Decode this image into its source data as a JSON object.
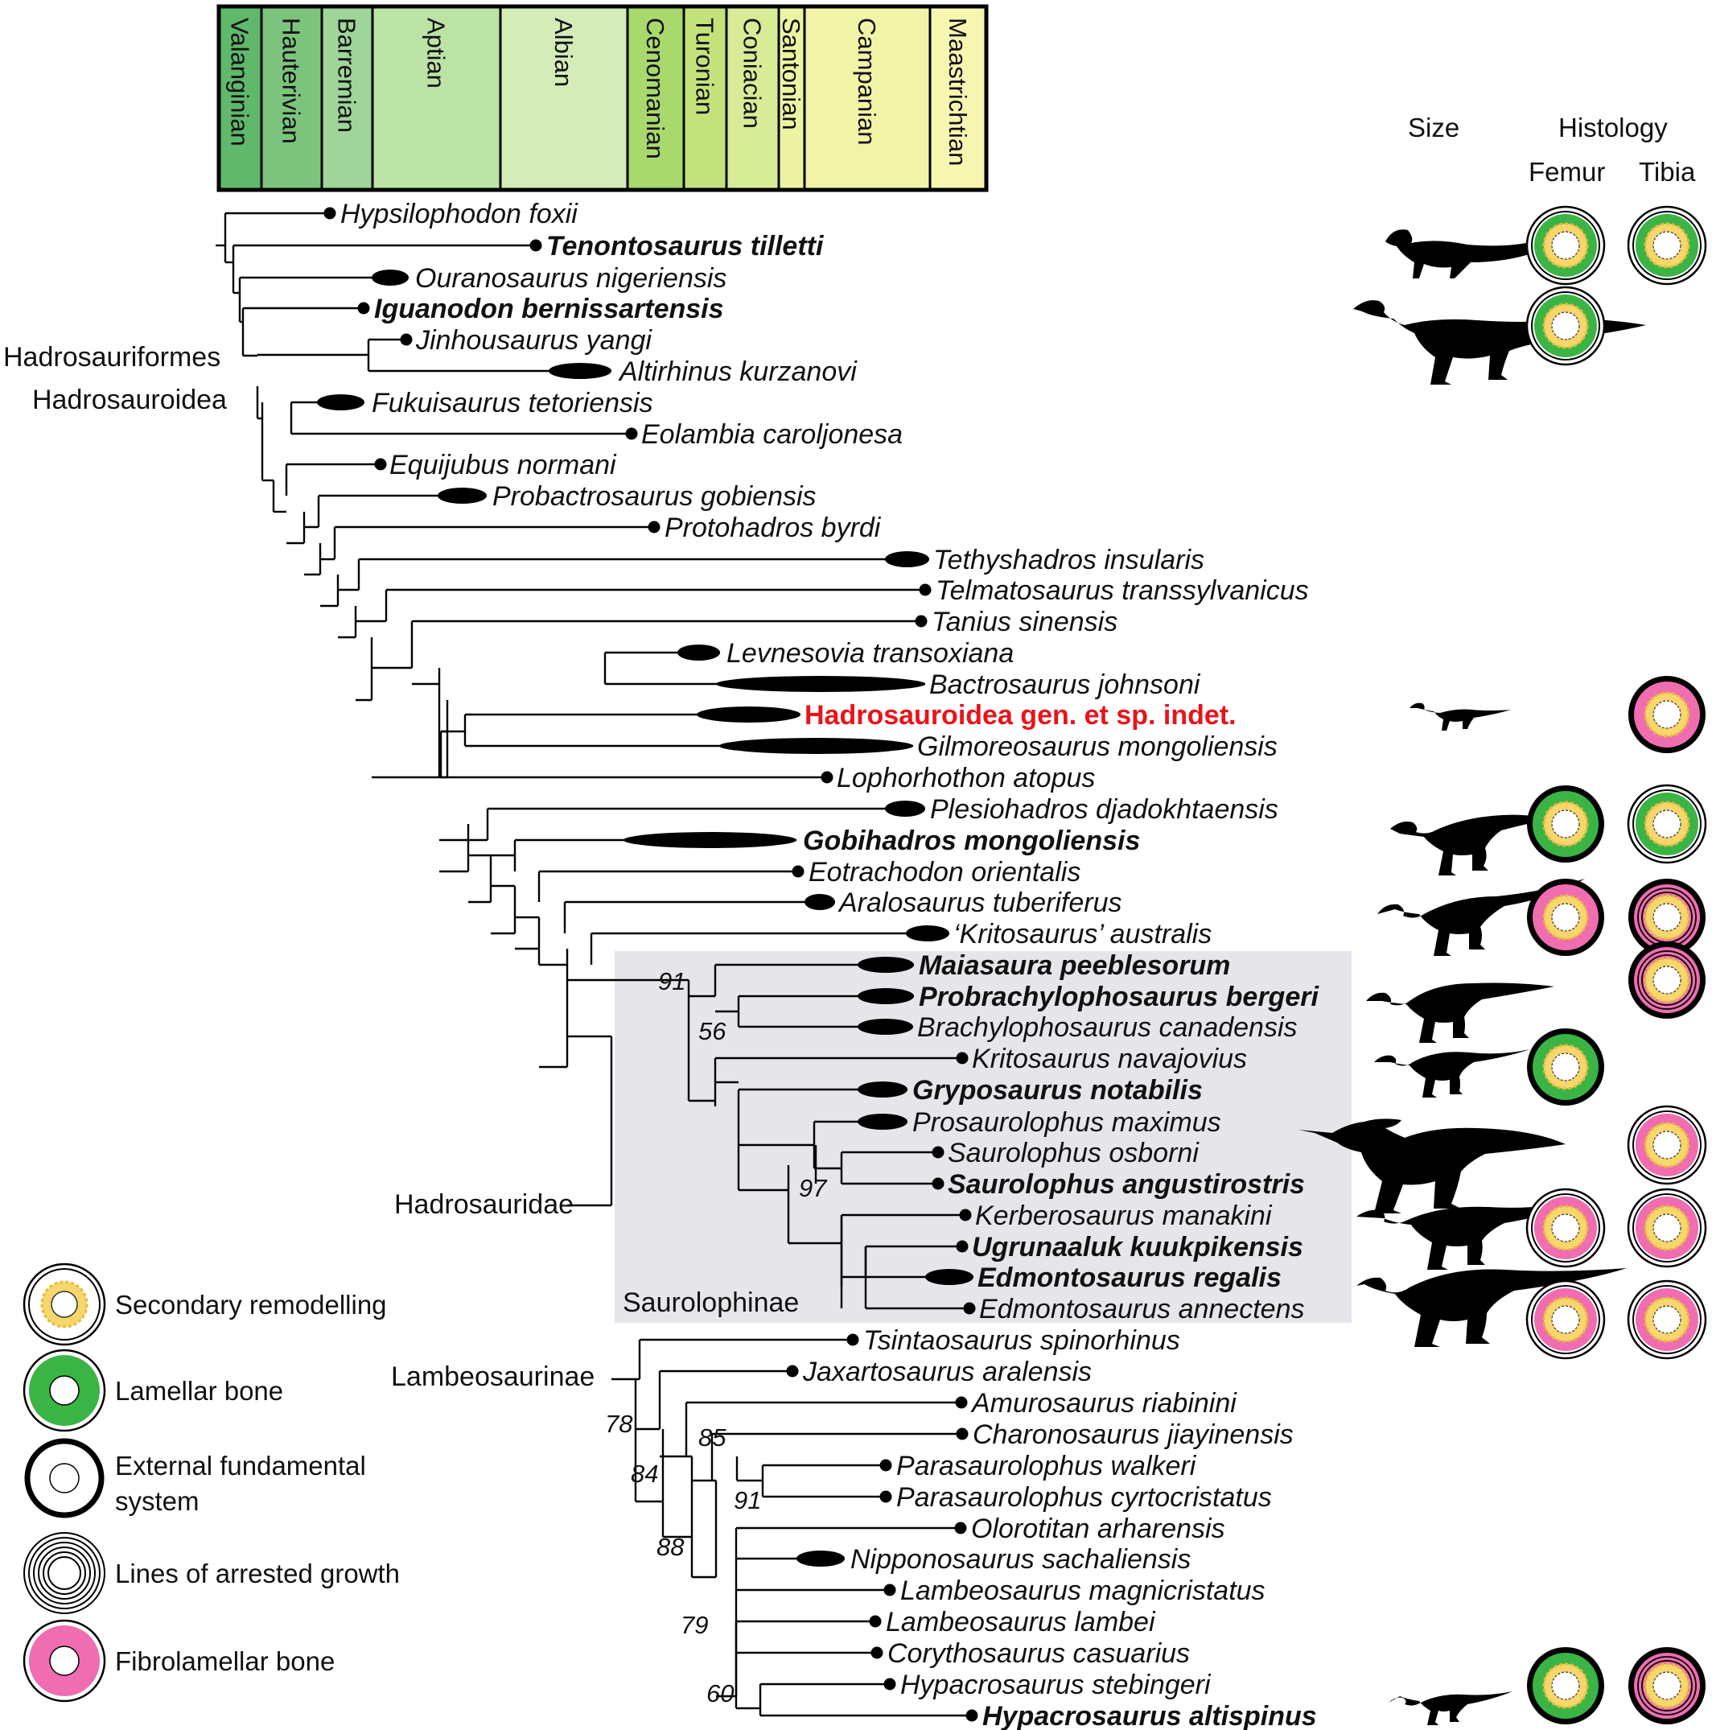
{
  "stages": [
    "Valanginian",
    "Hauterivian",
    "Barremian",
    "Aptian",
    "Albian",
    "Cenomanian",
    "Turonian",
    "Coniacian",
    "Santonian",
    "Campanian",
    "Maastrichtian"
  ],
  "headers": {
    "size": "Size",
    "histology": "Histology",
    "femur": "Femur",
    "tibia": "Tibia"
  },
  "clades": {
    "hadrosauriformes": "Hadrosauriformes",
    "hadrosauroidea": "Hadrosauroidea",
    "hadrosauridae": "Hadrosauridae",
    "saurolophinae": "Saurolophinae",
    "lambeosaurinae": "Lambeosaurinae"
  },
  "taxa": [
    {
      "name": "Hypsilophodon foxii",
      "bold": false,
      "red": false,
      "range": "point"
    },
    {
      "name": "Tenontosaurus tilletti",
      "bold": true,
      "red": false,
      "range": "point"
    },
    {
      "name": "Ouranosaurus nigeriensis",
      "bold": false,
      "red": false,
      "range": "bar"
    },
    {
      "name": "Iguanodon bernissartensis",
      "bold": true,
      "red": false,
      "range": "point"
    },
    {
      "name": "Jinhousaurus yangi",
      "bold": false,
      "red": false,
      "range": "point"
    },
    {
      "name": "Altirhinus kurzanovi",
      "bold": false,
      "red": false,
      "range": "bar"
    },
    {
      "name": "Fukuisaurus tetoriensis",
      "bold": false,
      "red": false,
      "range": "bar"
    },
    {
      "name": "Eolambia caroljonesa",
      "bold": false,
      "red": false,
      "range": "point"
    },
    {
      "name": "Equijubus normani",
      "bold": false,
      "red": false,
      "range": "point"
    },
    {
      "name": "Probactrosaurus gobiensis",
      "bold": false,
      "red": false,
      "range": "bar"
    },
    {
      "name": "Protohadros byrdi",
      "bold": false,
      "red": false,
      "range": "point"
    },
    {
      "name": "Tethyshadros insularis",
      "bold": false,
      "red": false,
      "range": "bar"
    },
    {
      "name": "Telmatosaurus transsylvanicus",
      "bold": false,
      "red": false,
      "range": "point"
    },
    {
      "name": "Tanius sinensis",
      "bold": false,
      "red": false,
      "range": "point"
    },
    {
      "name": "Levnesovia transoxiana",
      "bold": false,
      "red": false,
      "range": "bar"
    },
    {
      "name": "Bactrosaurus johnsoni",
      "bold": false,
      "red": false,
      "range": "bar"
    },
    {
      "name": "Hadrosauroidea gen. et sp. indet.",
      "bold": true,
      "red": true,
      "range": "bar"
    },
    {
      "name": "Gilmoreosaurus mongoliensis",
      "bold": false,
      "red": false,
      "range": "bar"
    },
    {
      "name": "Lophorhothon atopus",
      "bold": false,
      "red": false,
      "range": "point"
    },
    {
      "name": "Plesiohadros djadokhtaensis",
      "bold": false,
      "red": false,
      "range": "bar"
    },
    {
      "name": "Gobihadros mongoliensis",
      "bold": true,
      "red": false,
      "range": "bar"
    },
    {
      "name": "Eotrachodon orientalis",
      "bold": false,
      "red": false,
      "range": "point"
    },
    {
      "name": "Aralosaurus tuberiferus",
      "bold": false,
      "red": false,
      "range": "bar"
    },
    {
      "name": "‘Kritosaurus’ australis",
      "bold": false,
      "red": false,
      "range": "bar"
    },
    {
      "name": "Maiasaura peeblesorum",
      "bold": true,
      "red": false,
      "range": "bar"
    },
    {
      "name": "Probrachylophosaurus bergeri",
      "bold": true,
      "red": false,
      "range": "bar"
    },
    {
      "name": "Brachylophosaurus canadensis",
      "bold": false,
      "red": false,
      "range": "bar"
    },
    {
      "name": "Kritosaurus navajovius",
      "bold": false,
      "red": false,
      "range": "point"
    },
    {
      "name": "Gryposaurus notabilis",
      "bold": true,
      "red": false,
      "range": "bar"
    },
    {
      "name": "Prosaurolophus maximus",
      "bold": false,
      "red": false,
      "range": "bar"
    },
    {
      "name": "Saurolophus osborni",
      "bold": false,
      "red": false,
      "range": "point"
    },
    {
      "name": "Saurolophus angustirostris",
      "bold": true,
      "red": false,
      "range": "point"
    },
    {
      "name": "Kerberosaurus manakini",
      "bold": false,
      "red": false,
      "range": "point"
    },
    {
      "name": "Ugrunaaluk kuukpikensis",
      "bold": true,
      "red": false,
      "range": "point"
    },
    {
      "name": "Edmontosaurus regalis",
      "bold": true,
      "red": false,
      "range": "bar"
    },
    {
      "name": "Edmontosaurus annectens",
      "bold": false,
      "red": false,
      "range": "point"
    },
    {
      "name": "Tsintaosaurus spinorhinus",
      "bold": false,
      "red": false,
      "range": "point"
    },
    {
      "name": "Jaxartosaurus aralensis",
      "bold": false,
      "red": false,
      "range": "point"
    },
    {
      "name": "Amurosaurus riabinini",
      "bold": false,
      "red": false,
      "range": "point"
    },
    {
      "name": "Charonosaurus jiayinensis",
      "bold": false,
      "red": false,
      "range": "point"
    },
    {
      "name": "Parasaurolophus walkeri",
      "bold": false,
      "red": false,
      "range": "point"
    },
    {
      "name": "Parasaurolophus cyrtocristatus",
      "bold": false,
      "red": false,
      "range": "point"
    },
    {
      "name": "Olorotitan arharensis",
      "bold": false,
      "red": false,
      "range": "point"
    },
    {
      "name": "Nipponosaurus sachaliensis",
      "bold": false,
      "red": false,
      "range": "bar"
    },
    {
      "name": "Lambeosaurus magnicristatus",
      "bold": false,
      "red": false,
      "range": "point"
    },
    {
      "name": "Lambeosaurus lambei",
      "bold": false,
      "red": false,
      "range": "point"
    },
    {
      "name": "Corythosaurus casuarius",
      "bold": false,
      "red": false,
      "range": "point"
    },
    {
      "name": "Hypacrosaurus stebingeri",
      "bold": false,
      "red": false,
      "range": "point"
    },
    {
      "name": "Hypacrosaurus altispinus",
      "bold": true,
      "red": false,
      "range": "point"
    }
  ],
  "support_values": [
    "91",
    "56",
    "97",
    "78",
    "84",
    "85",
    "91",
    "88",
    "79",
    "60"
  ],
  "histology": [
    {
      "taxon": "Tenontosaurus tilletti",
      "femur": "green-outline",
      "tibia": "green-outline"
    },
    {
      "taxon": "Iguanodon bernissartensis",
      "femur": "green-outline",
      "tibia": ""
    },
    {
      "taxon": "Hadrosauroidea gen. et sp. indet.",
      "femur": "",
      "tibia": "pink-efs"
    },
    {
      "taxon": "Plesiohadros djadokhtaensis",
      "femur": "green-efs",
      "tibia": "green-outline"
    },
    {
      "taxon": "Aralosaurus tuberiferus",
      "femur": "pink-efs",
      "tibia": "pink-lag"
    },
    {
      "taxon": "Probrachylophosaurus bergeri",
      "femur": "",
      "tibia": "pink-lag"
    },
    {
      "taxon": "Kritosaurus navajovius",
      "femur": "green-efs",
      "tibia": ""
    },
    {
      "taxon": "Saurolophus angustirostris",
      "femur": "",
      "tibia": "pink-outline"
    },
    {
      "taxon": "Ugrunaaluk kuukpikensis",
      "femur": "pink-outline",
      "tibia": "pink-outline"
    },
    {
      "taxon": "Edmontosaurus regalis",
      "femur": "pink-outline",
      "tibia": "pink-outline"
    },
    {
      "taxon": "Hypacrosaurus altispinus",
      "femur": "green-efs",
      "tibia": "pink-lag"
    }
  ],
  "legend": [
    {
      "label": "Secondary remodelling",
      "type": "secondary"
    },
    {
      "label": "Lamellar bone",
      "type": "lamellar"
    },
    {
      "label": "External fundamental system",
      "type": "efs"
    },
    {
      "label": "Lines of arrested growth",
      "type": "lag"
    },
    {
      "label": "Fibrolamellar bone",
      "type": "fibro"
    }
  ],
  "colors": {
    "stage_fills": [
      "#5fb86b",
      "#7cc47e",
      "#9fd49a",
      "#bce3a6",
      "#d3ecb8",
      "#a9d86c",
      "#c4e27c",
      "#d8eb97",
      "#ecf3a3",
      "#f1f3a7",
      "#f7f6b1"
    ],
    "secondary": "#f7d66b",
    "lamellar": "#3bb446",
    "fibro": "#ef6db0",
    "red_label": "#e8141b",
    "highlight_box": "#e6e6ea"
  },
  "silhouettes": [
    "tenontosaurus",
    "iguanodon",
    "small-hadrosauroid",
    "plesiohadros",
    "aralosaurus",
    "brachylophosaur",
    "kritosaurus",
    "saurolophus",
    "edmontosaurus",
    "edmontosaurus-large",
    "hypacrosaurus-juvenile"
  ]
}
